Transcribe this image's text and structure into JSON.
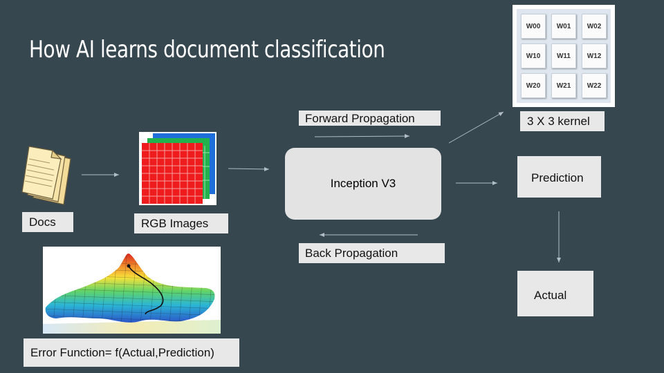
{
  "title": "How AI learns document classification",
  "labels": {
    "docs": "Docs",
    "rgb_images": "RGB Images",
    "inception": "Inception V3",
    "forward": "Forward Propagation",
    "back": "Back Propagation",
    "kernel": "3 X 3 kernel",
    "prediction": "Prediction",
    "actual": "Actual",
    "error_function": "Error Function= f(Actual,Prediction)"
  },
  "kernel_weights": [
    [
      "W00",
      "W01",
      "W02"
    ],
    [
      "W10",
      "W11",
      "W12"
    ],
    [
      "W20",
      "W21",
      "W22"
    ]
  ],
  "colors": {
    "background": "#37474f",
    "box": "#e8e8e8",
    "arrow": "#b0bec5"
  },
  "icons": [
    "documents-icon",
    "rgb-channels-icon",
    "error-surface-image"
  ]
}
